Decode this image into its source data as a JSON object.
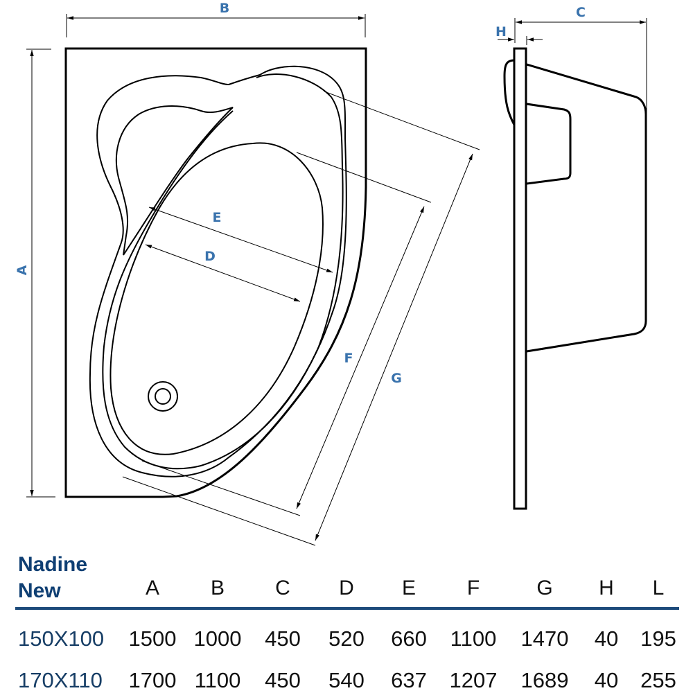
{
  "drawing": {
    "top_view": {
      "dimension_labels": {
        "A": "A",
        "B": "B",
        "D": "D",
        "E": "E",
        "F": "F",
        "G": "G"
      }
    },
    "side_view": {
      "dimension_labels": {
        "C": "C",
        "H": "H"
      }
    },
    "line_color": "#000000",
    "label_color": "#3a73ad"
  },
  "table": {
    "model_line1": "Nadine",
    "model_line2": "New",
    "headers": [
      "A",
      "B",
      "C",
      "D",
      "E",
      "F",
      "G",
      "H",
      "L"
    ],
    "rows": [
      {
        "size": "150X100",
        "values": [
          "1500",
          "1000",
          "450",
          "520",
          "660",
          "1100",
          "1470",
          "40",
          "195"
        ]
      },
      {
        "size": "170X110",
        "values": [
          "1700",
          "1100",
          "450",
          "540",
          "637",
          "1207",
          "1689",
          "40",
          "255"
        ]
      }
    ],
    "title_color": "#0f3f73",
    "rule_color": "#1c4a7a"
  }
}
